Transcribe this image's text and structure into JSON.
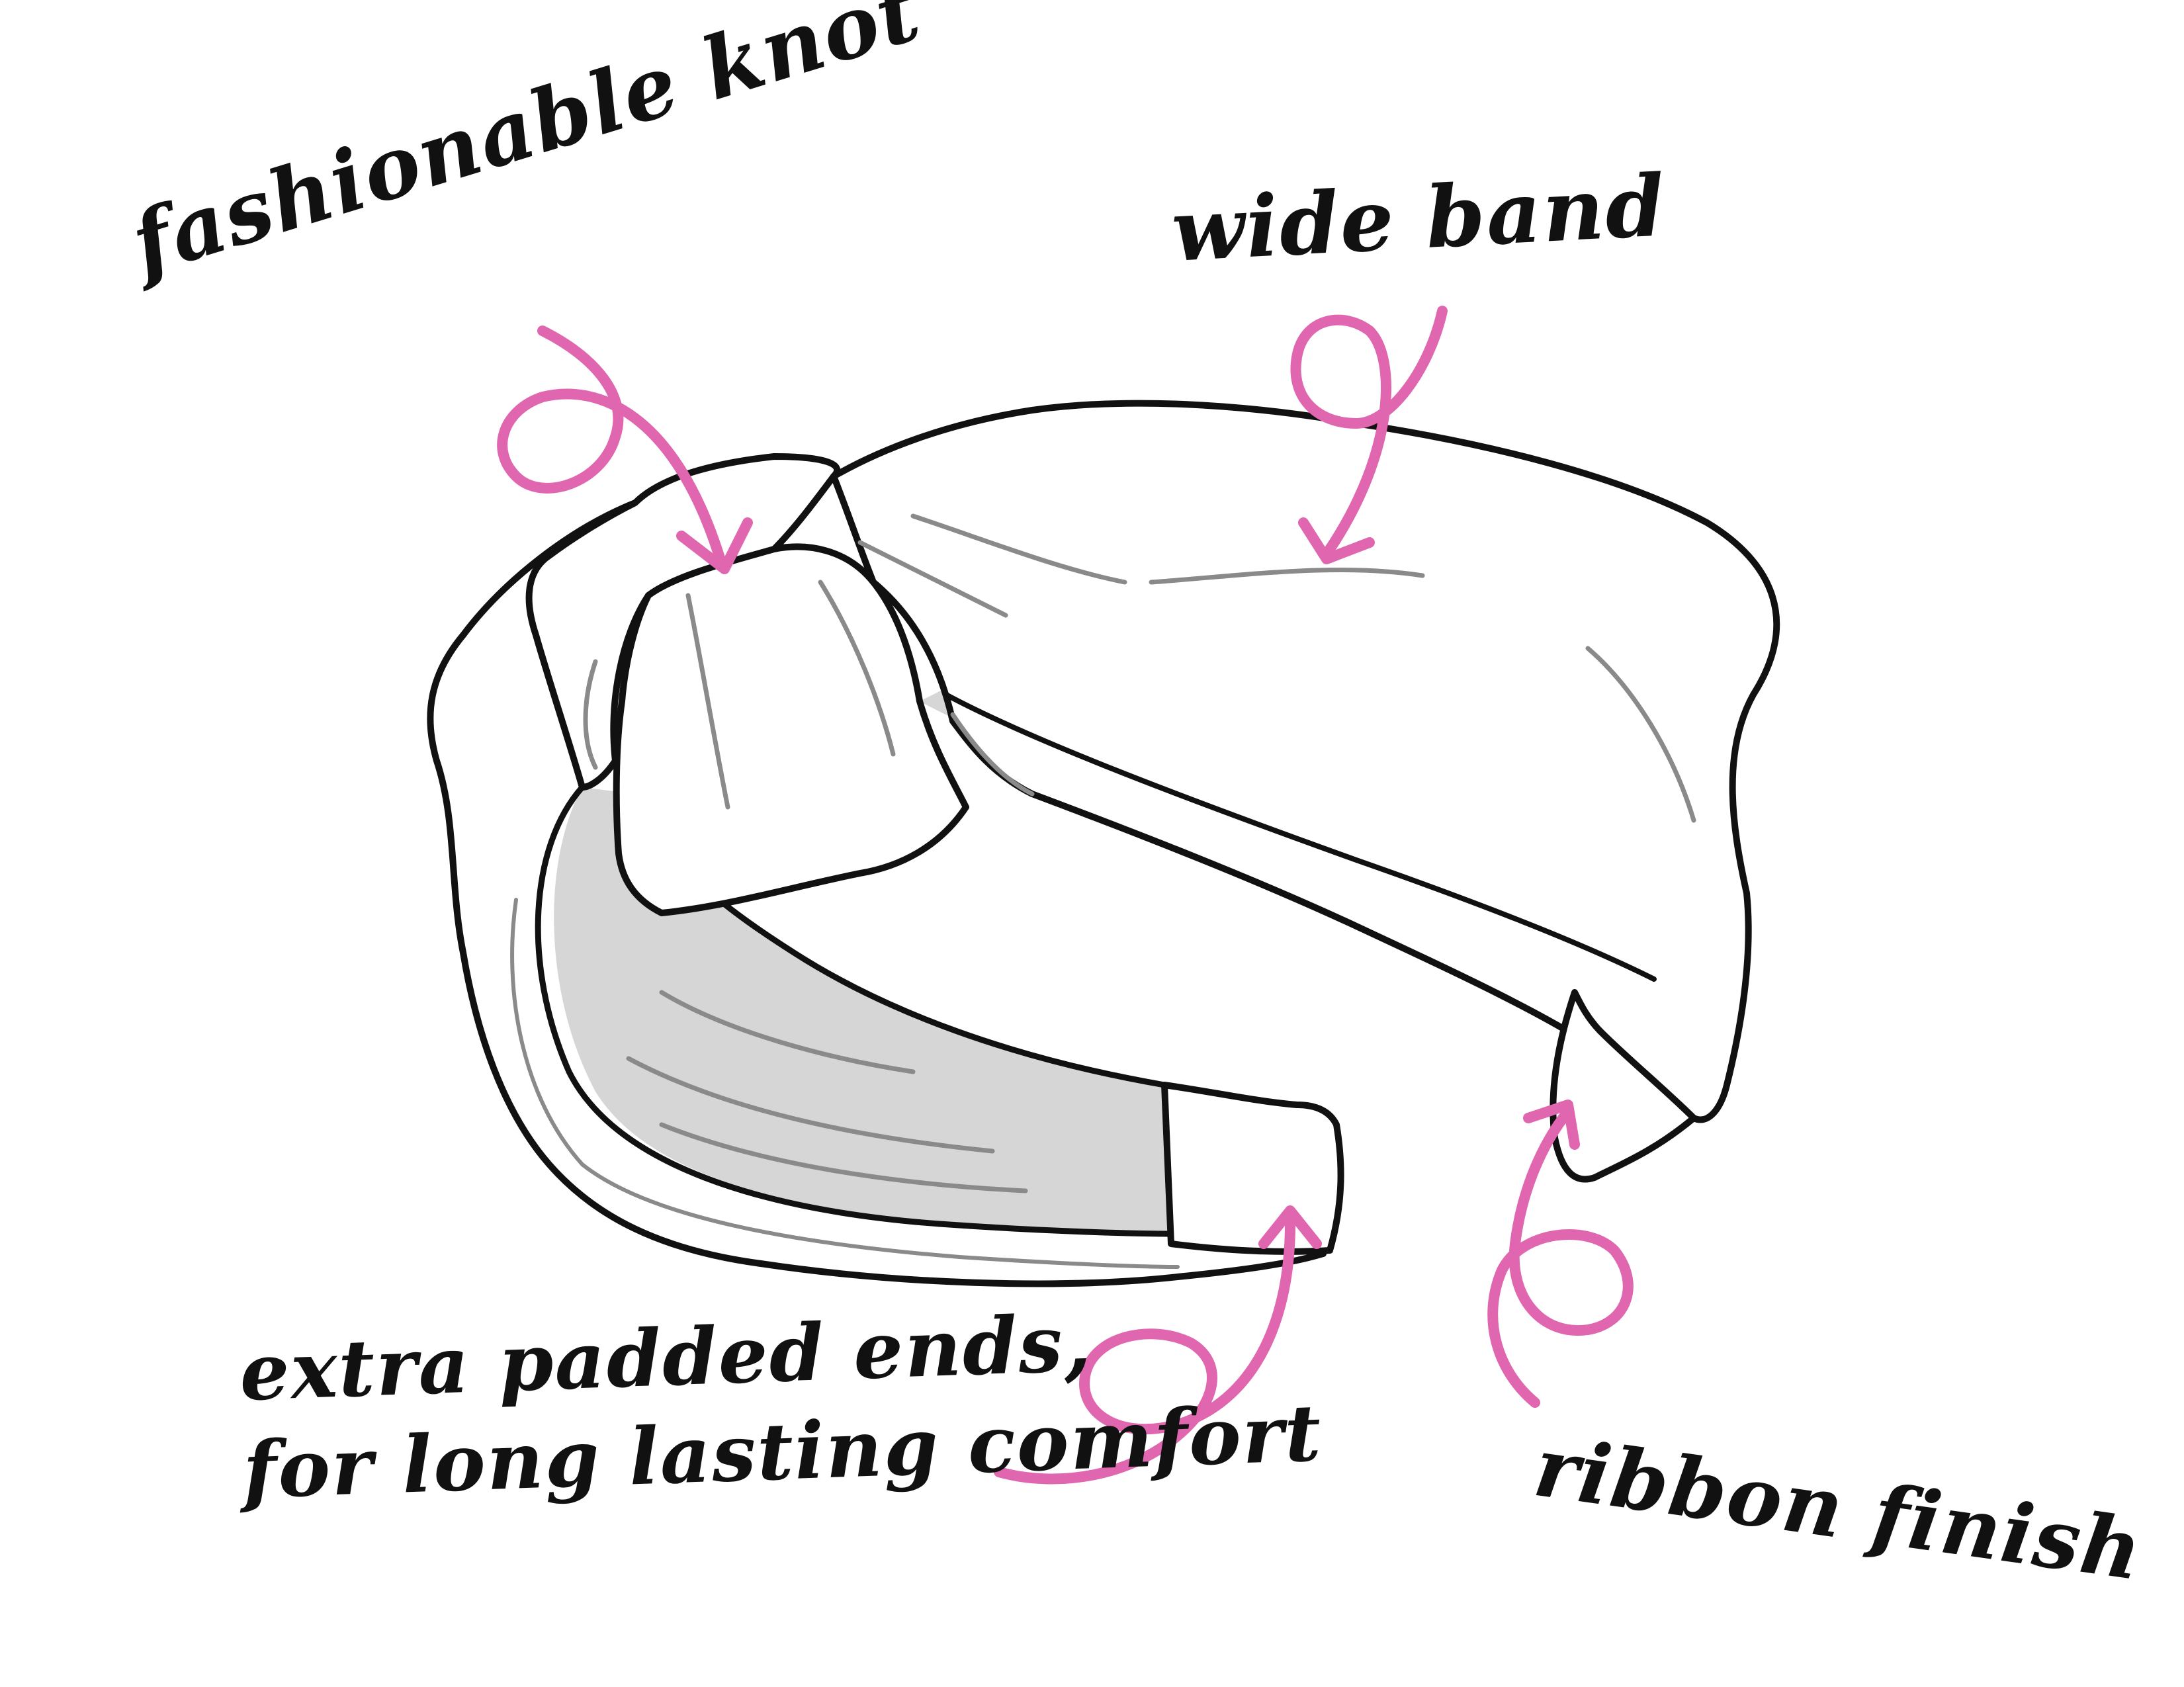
{
  "labels": {
    "knot": "fashionable knot",
    "wide_band": "wide band",
    "padded_line1": "extra padded ends,",
    "padded_line2": "for long lasting comfort",
    "ribbon": "ribbon finish"
  },
  "colors": {
    "outline": "#111111",
    "shadow_fill": "#d6d6d6",
    "fold_line": "#8a8a8a",
    "arrow": "#e066b0",
    "background": "#ffffff"
  }
}
